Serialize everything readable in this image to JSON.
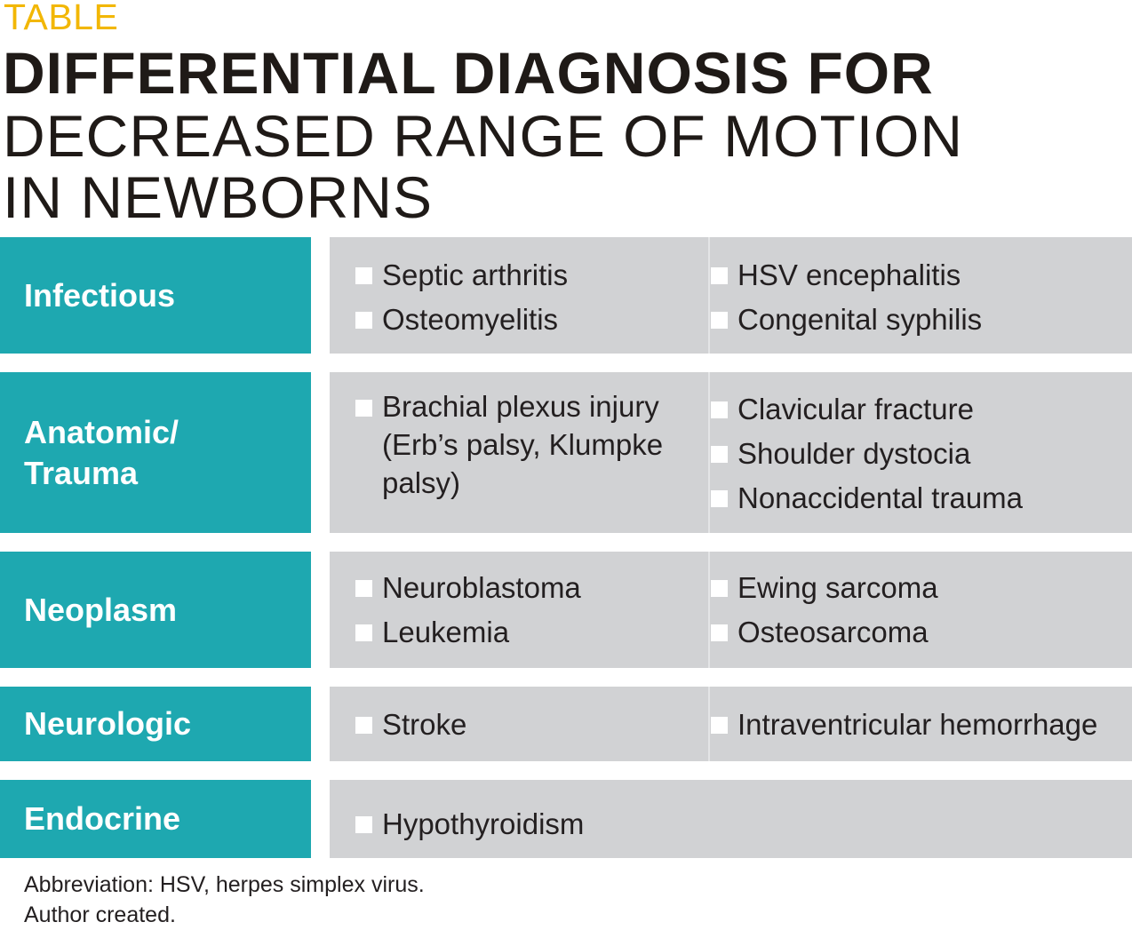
{
  "header": {
    "kicker": "TABLE",
    "title_line1": "DIFFERENTIAL DIAGNOSIS FOR",
    "title_line2": "DECREASED RANGE OF MOTION",
    "title_line3": "IN NEWBORNS"
  },
  "rows": [
    {
      "category": "Infectious",
      "col1": [
        "Septic arthritis",
        "Osteomyelitis"
      ],
      "col2": [
        "HSV encephalitis",
        "Congenital syphilis"
      ]
    },
    {
      "category": "Anatomic/ Trauma",
      "col1": [
        "Brachial plexus injury (Erb’s palsy, Klumpke palsy)"
      ],
      "col2": [
        "Clavicular fracture",
        "Shoulder dystocia",
        "Nonaccidental trauma"
      ]
    },
    {
      "category": "Neoplasm",
      "col1": [
        "Neuroblastoma",
        "Leukemia"
      ],
      "col2": [
        "Ewing sarcoma",
        "Osteosarcoma"
      ]
    },
    {
      "category": "Neurologic",
      "col1": [
        "Stroke"
      ],
      "col2": [
        "Intraventricular hemorrhage"
      ]
    },
    {
      "category": "Endocrine",
      "col1": [
        "Hypothyroidism"
      ],
      "col2": []
    }
  ],
  "footer": {
    "abbreviation": "Abbreviation: HSV, herpes simplex virus.",
    "credit": "Author created."
  },
  "colors": {
    "accent_teal": "#1ea8b0",
    "panel_gray": "#d1d2d4",
    "kicker_yellow": "#f2b705"
  }
}
